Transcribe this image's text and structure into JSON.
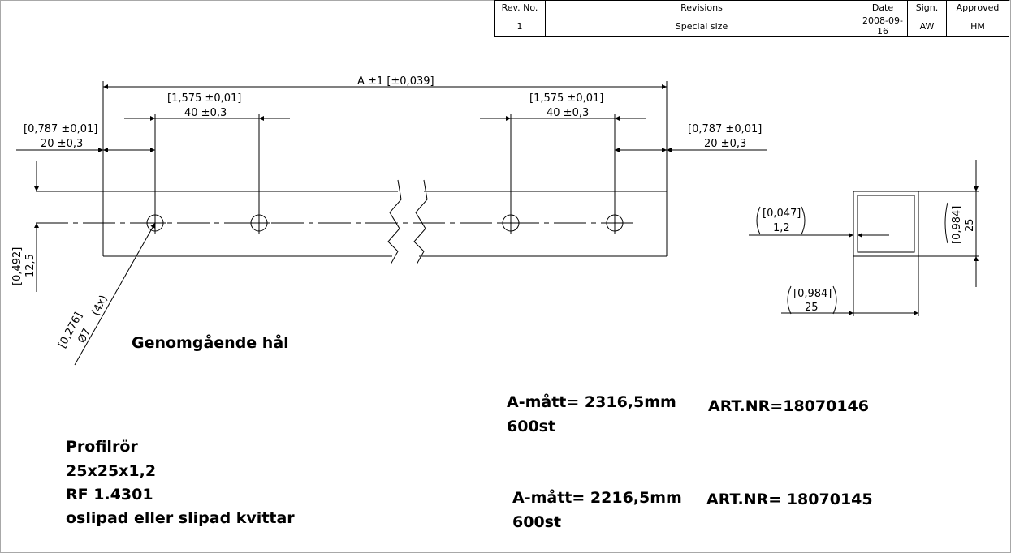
{
  "revision_table": {
    "headers": [
      "Rev. No.",
      "Revisions",
      "Date",
      "Sign.",
      "Approved"
    ],
    "rows": [
      [
        "1",
        "Special size",
        "2008-09-16",
        "AW",
        "HM"
      ]
    ]
  },
  "dimensions": {
    "overall": "A ±1 [±0,039]",
    "hole_pitch_left_inch": "[1,575 ±0,01]",
    "hole_pitch_left_mm": "40 ±0,3",
    "hole_pitch_right_inch": "[1,575 ±0,01]",
    "hole_pitch_right_mm": "40 ±0,3",
    "edge_left_inch": "[0,787 ±0,01]",
    "edge_left_mm": "20 ±0,3",
    "edge_right_inch": "[0,787 ±0,01]",
    "edge_right_mm": "20 ±0,3",
    "centre_height_inch": "[0,492]",
    "centre_height_mm": "12,5",
    "hole_inch": "[0,276]",
    "hole_dia": "Ø7",
    "hole_count": "(4x)",
    "wall_inch": "[0,047]",
    "wall_mm": "1,2",
    "section_height_inch": "[0,984]",
    "section_height_mm": "25",
    "section_width_inch": "[0,984]",
    "section_width_mm": "25"
  },
  "notes": {
    "hole_note": "Genomgående hål",
    "profile": [
      "Profilrör",
      "25x25x1,2",
      "RF 1.4301",
      "oslipad eller slipad kvittar"
    ],
    "variant1_amount": "A-mått= 2316,5mm",
    "variant1_qty": "600st",
    "variant1_art": "ART.NR=18070146",
    "variant2_amount": "A-mått= 2216,5mm",
    "variant2_qty": "600st",
    "variant2_art": "ART.NR= 18070145"
  }
}
